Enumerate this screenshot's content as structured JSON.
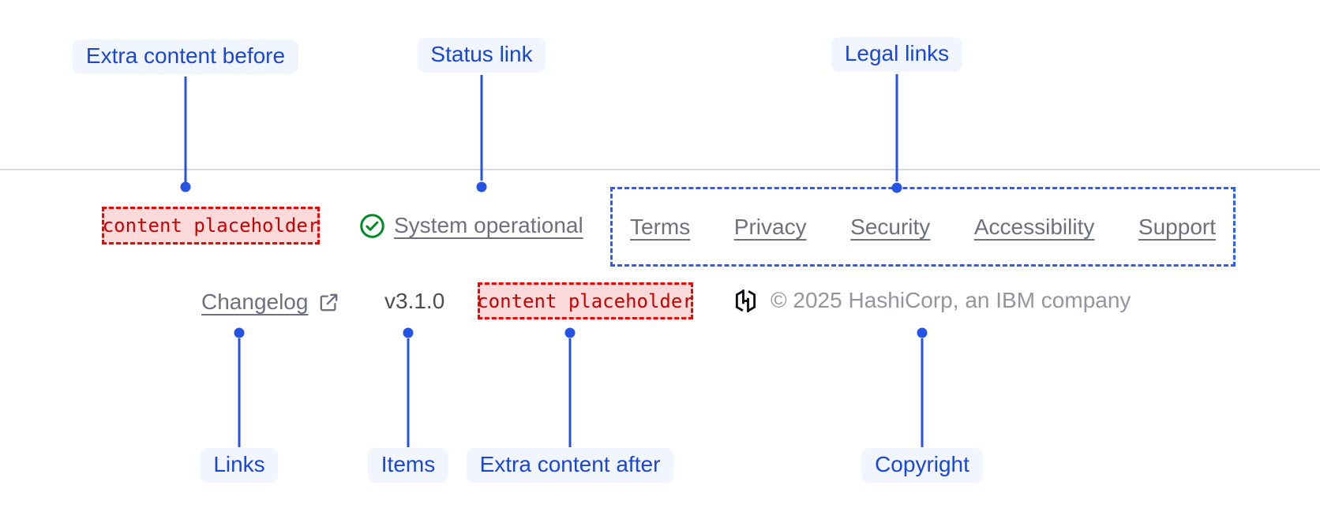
{
  "colors": {
    "accent_text": "#1a46d4",
    "accent_line": "#2453e6",
    "legal_border": "#2c5cf2",
    "placeholder_border": "#ea0606",
    "placeholder_bg": "#fcdada",
    "placeholder_text": "#c40303",
    "link_gray": "#6e717d",
    "copyright_gray": "#93959f",
    "success_green": "#008a22",
    "logo_black": "#0d0f12"
  },
  "callouts": {
    "extra_content_before": "Extra content before",
    "status_link": "Status link",
    "legal_links": "Legal links",
    "links": "Links",
    "items": "Items",
    "extra_content_after": "Extra content after",
    "copyright": "Copyright"
  },
  "footer": {
    "extra_content_before_placeholder": "content placeholder",
    "status": {
      "label": "System operational",
      "icon": "check-circle-icon"
    },
    "legal_links": [
      "Terms",
      "Privacy",
      "Security",
      "Accessibility",
      "Support"
    ],
    "links": [
      {
        "label": "Changelog",
        "icon": "external-link-icon"
      }
    ],
    "version": "v3.1.0",
    "extra_content_after_placeholder": "content placeholder",
    "copyright": "© 2025 HashiCorp, an IBM company",
    "logo": "hashicorp-logo"
  }
}
